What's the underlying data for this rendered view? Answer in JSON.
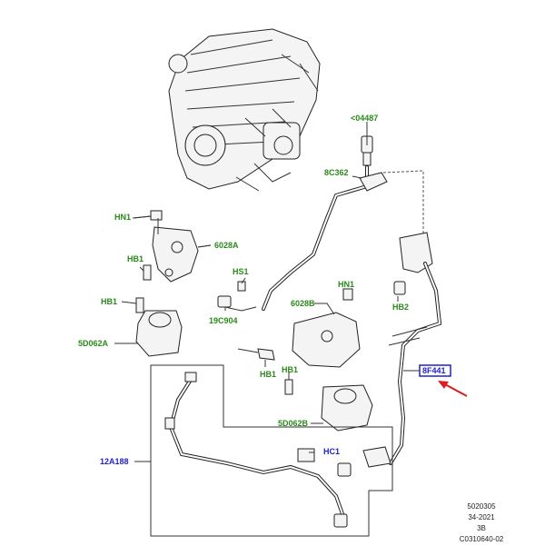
{
  "labels": {
    "c04487": "<04487",
    "c8c362": "8C362",
    "hn1_left": "HN1",
    "c6028a": "6028A",
    "hb1_top": "HB1",
    "hs1": "HS1",
    "hb1_left": "HB1",
    "c19c904": "19C904",
    "c5d062a": "5D062A",
    "c6028b": "6028B",
    "hn1_mid": "HN1",
    "hb2": "HB2",
    "hb1_mid1": "HB1",
    "hb1_mid2": "HB1",
    "c8f441": "8F441",
    "c5d062b": "5D062B",
    "hc1": "HC1",
    "c12a188": "12A188"
  },
  "meta": {
    "line1": "5020305",
    "line2": "34-2021",
    "line3": "3B",
    "line4": "C0310640-02"
  },
  "colors": {
    "label_green": "#2a8a1a",
    "label_blue": "#2222cc",
    "highlight_box": "#2222cc",
    "arrow": "#d92020"
  }
}
